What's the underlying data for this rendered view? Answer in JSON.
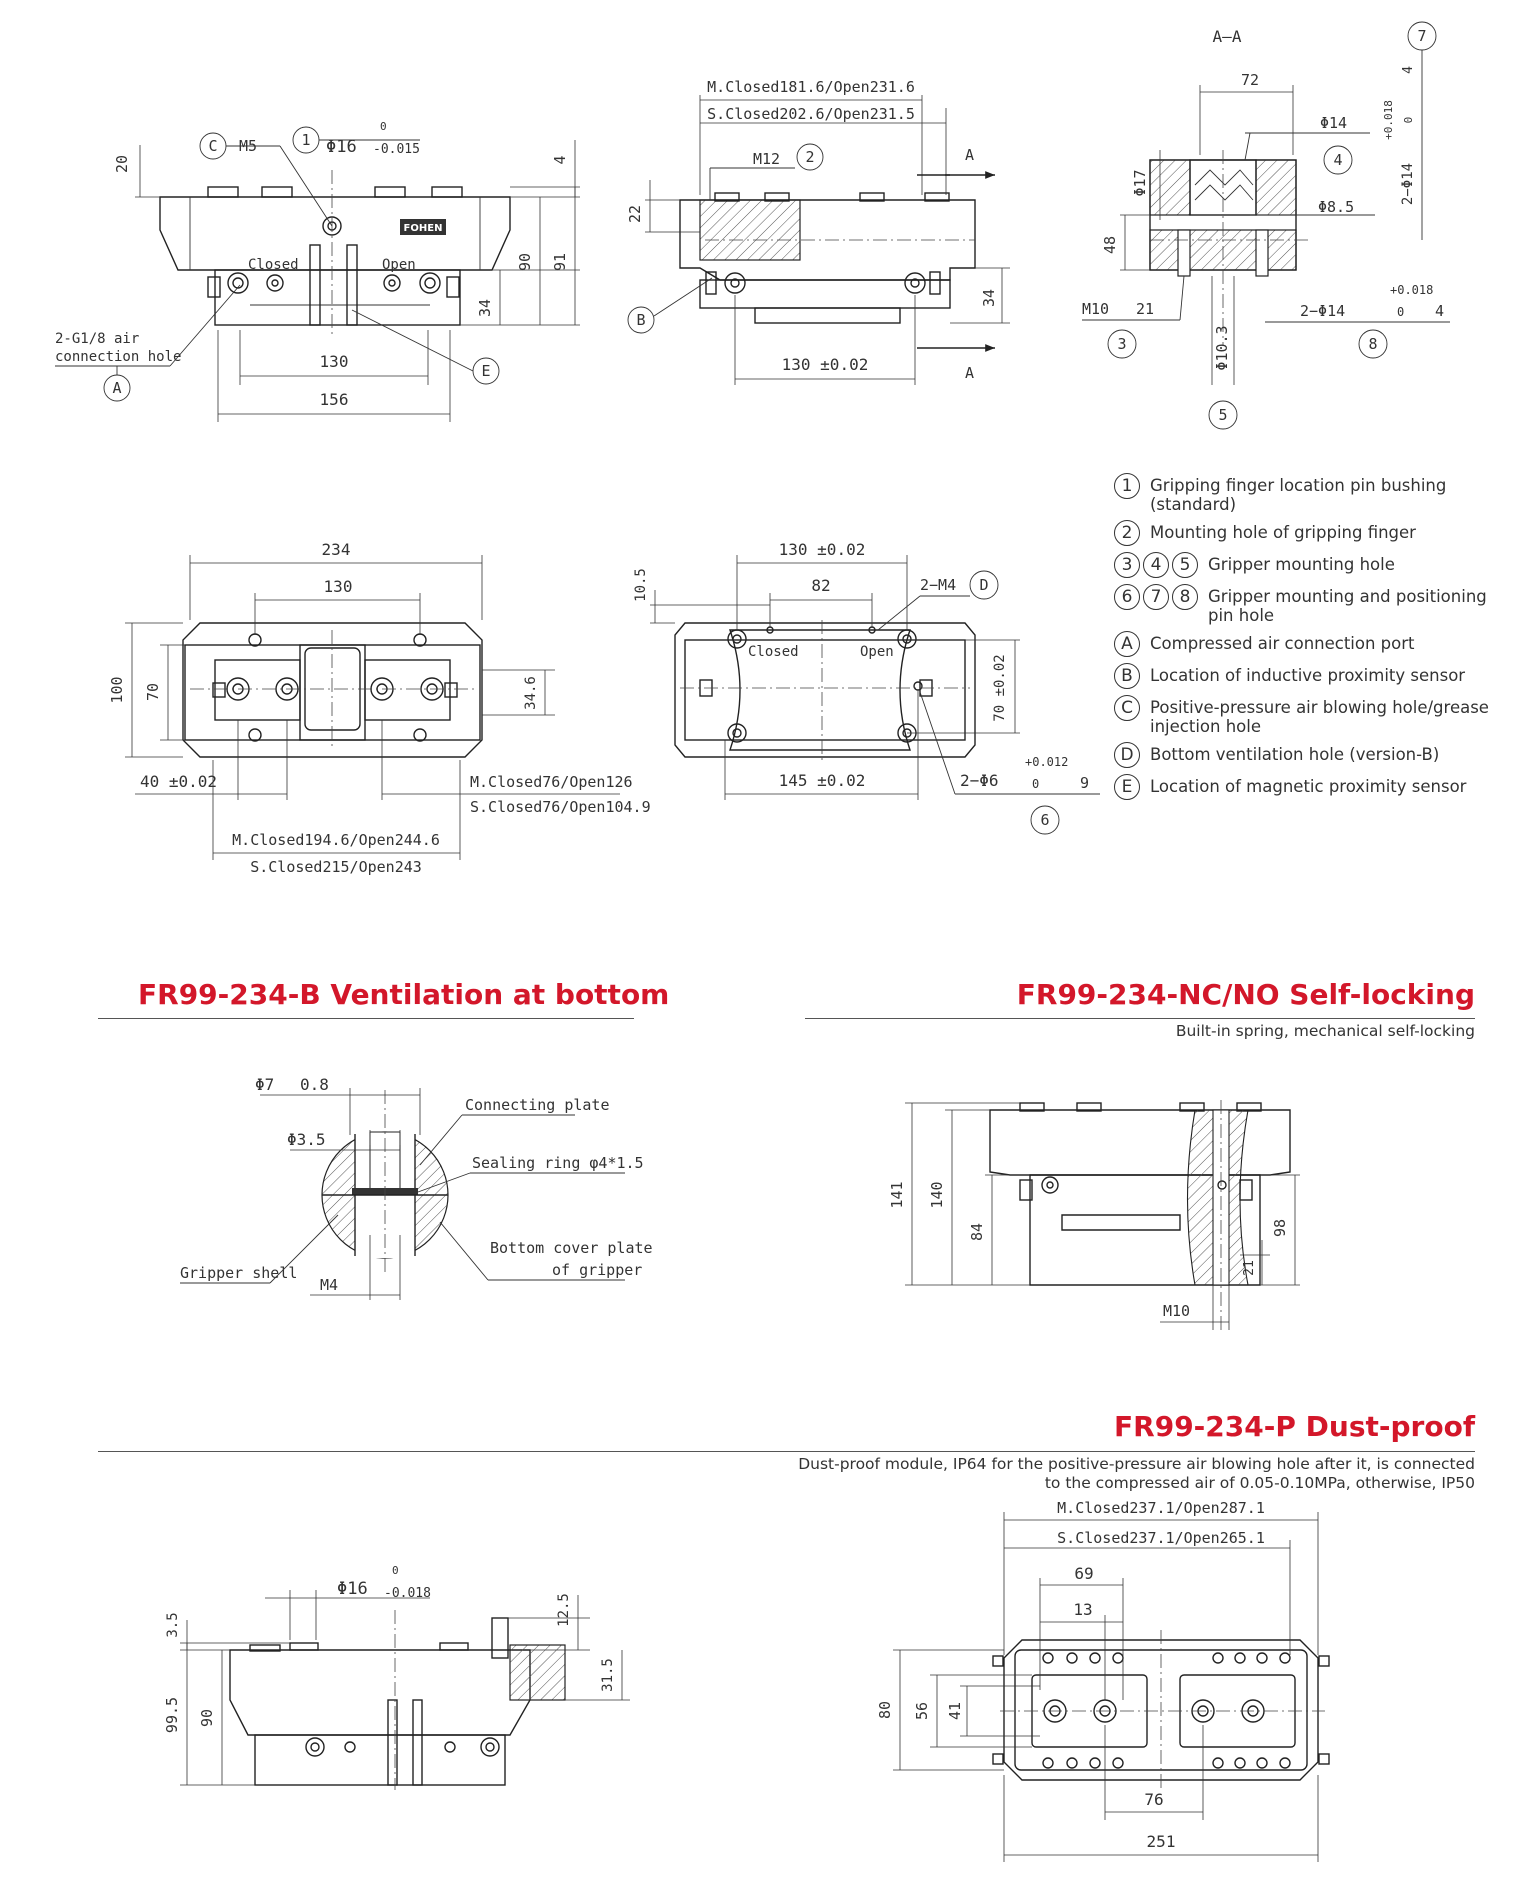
{
  "views": {
    "front": {
      "callouts": {
        "c": "C",
        "m5": "M5",
        "one": "1",
        "e": "E",
        "a": "A"
      },
      "pin_dia": "Φ16",
      "tol_up": "0",
      "tol_lo": "-0.015",
      "closed": "Closed",
      "open": "Open",
      "air": "2-G1/8 air",
      "air2": "connection hole",
      "d20": "20",
      "d4": "4",
      "d90": "90",
      "d91": "91",
      "d34": "34",
      "d130": "130",
      "d156": "156",
      "brand": "FOHEN"
    },
    "side": {
      "m_stroke": "M.Closed181.6/Open231.6",
      "s_stroke": "S.Closed202.6/Open231.5",
      "m12": "M12",
      "two": "2",
      "a_top": "A",
      "a_bot": "A",
      "d22": "22",
      "d34": "34",
      "b": "B",
      "d130": "130 ±0.02"
    },
    "section": {
      "title": "A–A",
      "d72": "72",
      "d14": "Φ14",
      "four": "4",
      "d17": "Φ17",
      "d8_5": "Φ8.5",
      "d48": "48",
      "m10": "M10",
      "depth21": "21",
      "three": "3",
      "d10_3": "Φ10.3",
      "five": "5",
      "pin2": "2−Φ14",
      "tol_up": "+0.018",
      "tol_lo": "0",
      "depth4": "4",
      "eight": "8",
      "seven": "7",
      "vert_pin": "2−Φ14",
      "vert_tol_up": "+0.018",
      "vert_tol_lo": "0",
      "vert_depth": "4"
    },
    "top": {
      "d234": "234",
      "d130": "130",
      "d100": "100",
      "d70": "70",
      "d34_6": "34.6",
      "d40": "40 ±0.02",
      "m_stroke2": "M.Closed76/Open126",
      "s_stroke2": "S.Closed76/Open104.9",
      "m_total": "M.Closed194.6/Open244.6",
      "s_total": "S.Closed215/Open243"
    },
    "bottom": {
      "d130": "130 ±0.02",
      "d82": "82",
      "d10_5": "10.5",
      "m4": "2−M4",
      "d": "D",
      "closed": "Closed",
      "open": "Open",
      "d70": "70 ±0.02",
      "d145": "145 ±0.02",
      "pin": "2−Φ6",
      "tol_up": "+0.012",
      "tol_lo": "0",
      "depth9": "9",
      "six": "6"
    }
  },
  "legend": [
    {
      "badges": [
        "1"
      ],
      "text": "Gripping finger location pin bushing (standard)"
    },
    {
      "badges": [
        "2"
      ],
      "text": "Mounting hole of gripping finger"
    },
    {
      "badges": [
        "3",
        "4",
        "5"
      ],
      "text": "Gripper mounting hole"
    },
    {
      "badges": [
        "6",
        "7",
        "8"
      ],
      "text": "Gripper mounting and positioning pin hole"
    },
    {
      "badges": [
        "A"
      ],
      "text": "Compressed air connection port"
    },
    {
      "badges": [
        "B"
      ],
      "text": "Location of inductive proximity sensor"
    },
    {
      "badges": [
        "C"
      ],
      "text": "Positive-pressure air blowing hole/grease injection hole"
    },
    {
      "badges": [
        "D"
      ],
      "text": "Bottom ventilation hole (version-B)"
    },
    {
      "badges": [
        "E"
      ],
      "text": "Location of magnetic proximity sensor"
    }
  ],
  "sections": {
    "ventilation": {
      "title": "FR99-234-B Ventilation at bottom",
      "d7": "Φ7",
      "d7_depth": "0.8",
      "d3_5": "Φ3.5",
      "plate": "Connecting plate",
      "seal": "Sealing ring φ4*1.5",
      "shell": "Gripper shell",
      "m4": "M4",
      "cover1": "Bottom cover plate",
      "cover2": "of gripper"
    },
    "selflock": {
      "title": "FR99-234-NC/NO Self-locking",
      "subtitle": "Built-in spring, mechanical self-locking",
      "d141": "141",
      "d140": "140",
      "d84": "84",
      "d98": "98",
      "d21": "21",
      "m10": "M10"
    },
    "dustproof": {
      "title": "FR99-234-P Dust-proof",
      "subtitle1": "Dust-proof module, IP64 for the positive-pressure air blowing hole after it, is connected",
      "subtitle2": "to the compressed air of 0.05-0.10MPa, otherwise, IP50",
      "pin_dia": "Φ16",
      "tol_up": "0",
      "tol_lo": "-0.018",
      "d3_5": "3.5",
      "d12_5": "12.5",
      "d31_5": "31.5",
      "d99_5": "99.5",
      "d90": "90",
      "m_stroke": "M.Closed237.1/Open287.1",
      "s_stroke": "S.Closed237.1/Open265.1",
      "d69": "69",
      "d13": "13",
      "d80": "80",
      "d56": "56",
      "d41": "41",
      "d76": "76",
      "d251": "251"
    }
  }
}
